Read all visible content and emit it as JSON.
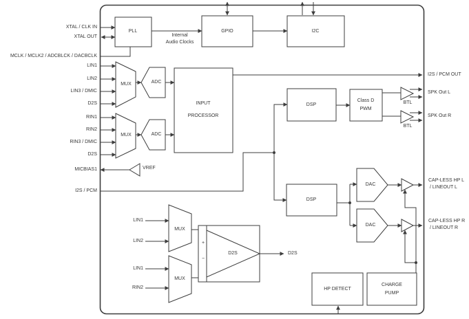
{
  "colors": {
    "line": "#3d3d3d",
    "text": "#363636",
    "background": "#ffffff"
  },
  "pins": {
    "left": [
      "XTAL / CLK IN",
      "XTAL OUT",
      "MCLK / MCLK2 / ADCBLCK / DACBCLK",
      "LIN1",
      "LIN2",
      "LIN3 / DMIC",
      "D2S",
      "RIN1",
      "RIN2",
      "RIN3 / DMIC",
      "D2S",
      "MICBIAS1",
      "I2S / PCM"
    ],
    "right": {
      "i2s_pcm_out": "I2S / PCM OUT",
      "spk_out_l": "SPK Out L",
      "spk_out_r": "SPK Out R",
      "hp_l": [
        "CAP-LESS HP L",
        "/ LINEOUT L"
      ],
      "hp_r": [
        "CAP-LESS HP R",
        "/ LINEOUT R"
      ]
    }
  },
  "blocks": {
    "pll": "PLL",
    "gpio": "GPIO",
    "i2c": "I2C",
    "input_processor": [
      "INPUT",
      "PROCESSOR"
    ],
    "mux": "MUX",
    "adc": "ADC",
    "dsp": "DSP",
    "class_d_pwm": [
      "Class D",
      "PWM"
    ],
    "dac": "DAC",
    "vref": "VREF",
    "btl": "BTL",
    "d2s_amp": "D2S",
    "hp_detect": "HP DETECT",
    "charge_pump": [
      "CHARGE",
      "PUMP"
    ]
  },
  "annotations": {
    "internal_audio_clocks": [
      "Internal",
      "Audio Clocks"
    ],
    "d2s_signal_out": "D2S",
    "plus": "+",
    "minus": "−",
    "mux3_inputs": [
      "LIN1",
      "LIN2"
    ],
    "mux4_inputs": [
      "LIN1",
      "RIN2"
    ]
  }
}
